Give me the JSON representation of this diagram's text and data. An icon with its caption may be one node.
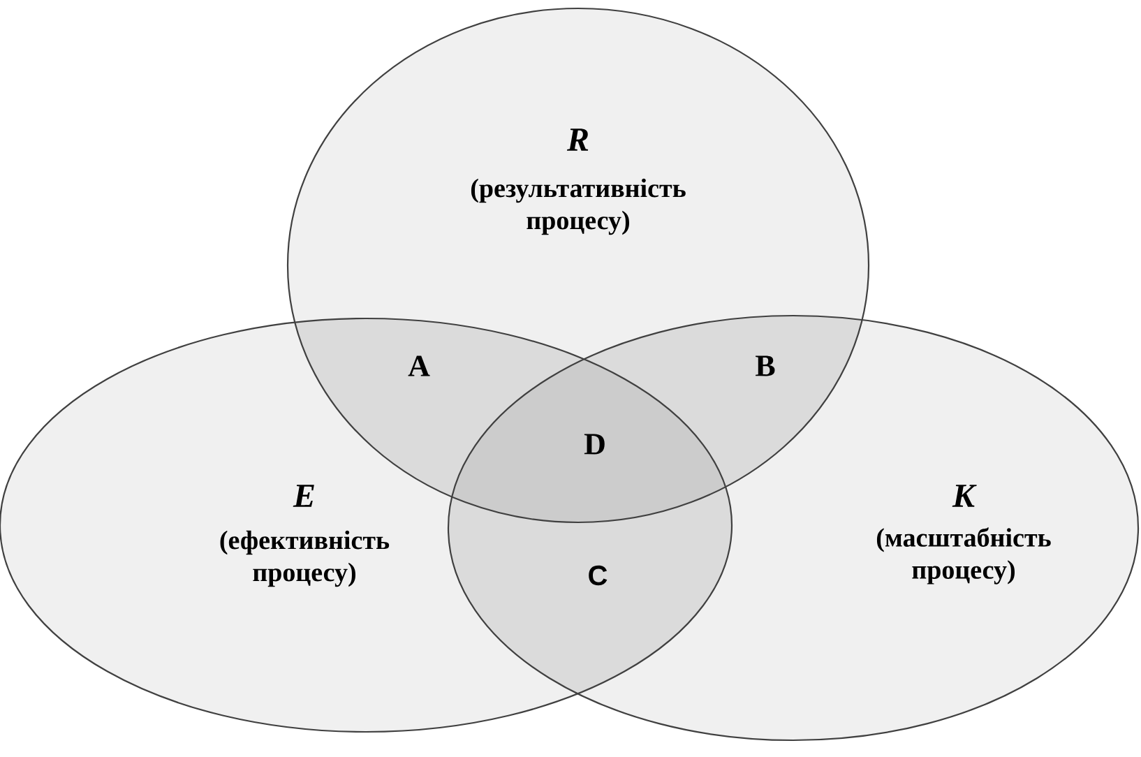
{
  "diagram": {
    "nodes": [
      {
        "text": [
          "R",
          "(результативність процесу)"
        ]
      },
      {
        "text": [
          "E",
          "(ефективність процесу)"
        ]
      },
      {
        "text": [
          "K",
          "(масштабність процесу)"
        ]
      }
    ],
    "labels": [
      "A",
      "B",
      "D",
      "C"
    ]
  }
}
